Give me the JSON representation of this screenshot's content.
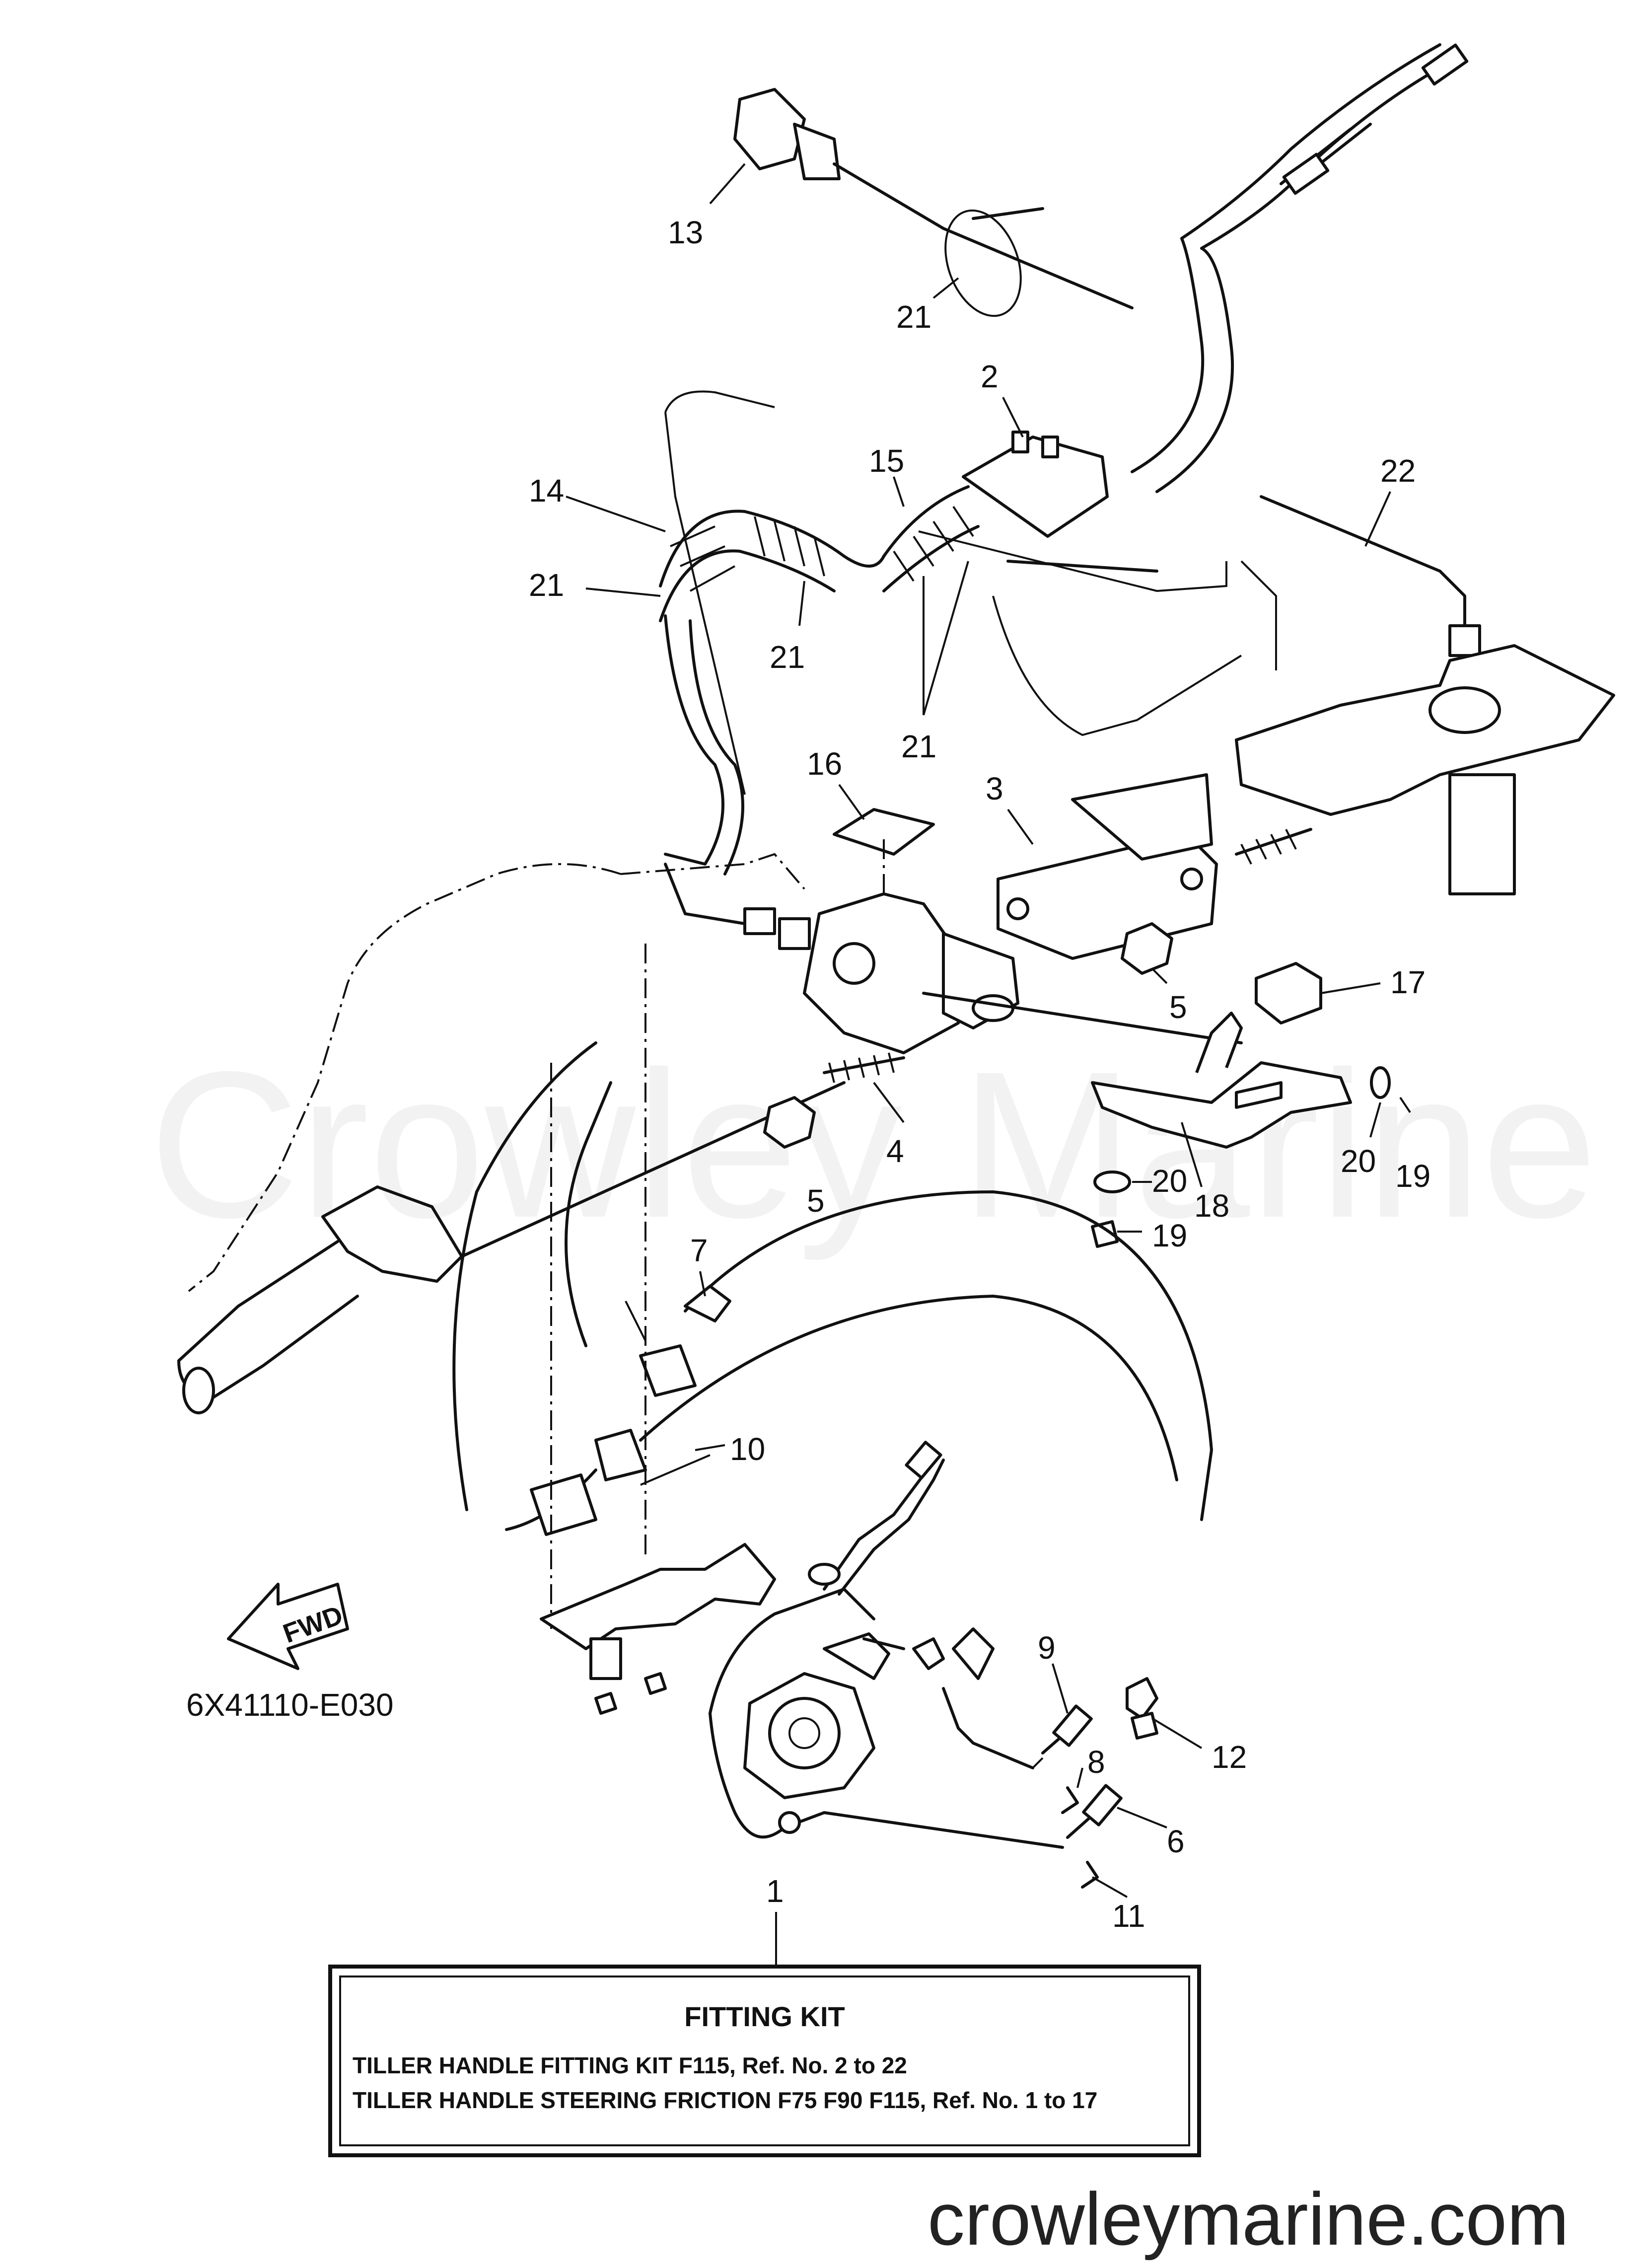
{
  "watermark": "Crowley Marine",
  "website": "crowleymarine.com",
  "diagram_code": "6X41110-E030",
  "fwd_label": "FWD",
  "fitting_box": {
    "title": "FITTING KIT",
    "lines": [
      "TILLER HANDLE FITTING KIT F115,  Ref. No. 2 to 22",
      "TILLER HANDLE STEERING FRICTION F75 F90 F115,  Ref. No. 1 to 17"
    ]
  },
  "callouts": [
    {
      "label": "13"
    },
    {
      "label": "21"
    },
    {
      "label": "2"
    },
    {
      "label": "22"
    },
    {
      "label": "14"
    },
    {
      "label": "15"
    },
    {
      "label": "21"
    },
    {
      "label": "21"
    },
    {
      "label": "21"
    },
    {
      "label": "16"
    },
    {
      "label": "3"
    },
    {
      "label": "5"
    },
    {
      "label": "17"
    },
    {
      "label": "4"
    },
    {
      "label": "5"
    },
    {
      "label": "20"
    },
    {
      "label": "20"
    },
    {
      "label": "19"
    },
    {
      "label": "18"
    },
    {
      "label": "19"
    },
    {
      "label": "7"
    },
    {
      "label": "10"
    },
    {
      "label": "9"
    },
    {
      "label": "8"
    },
    {
      "label": "12"
    },
    {
      "label": "6"
    },
    {
      "label": "11"
    },
    {
      "label": "1"
    }
  ]
}
